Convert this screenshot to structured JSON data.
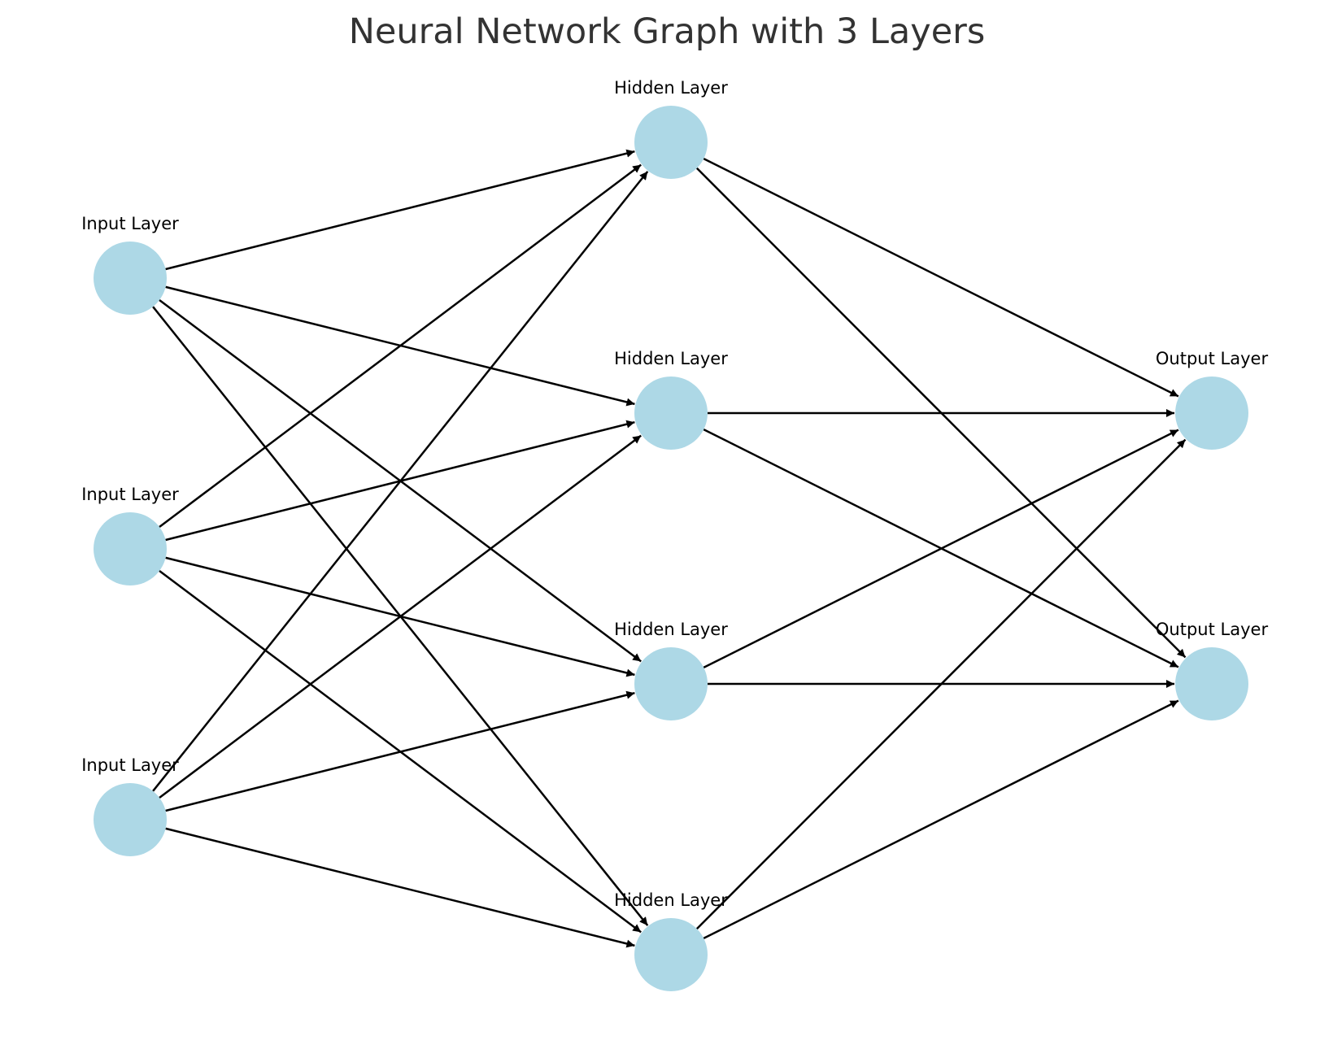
{
  "title": "Neural Network Graph with 3 Layers",
  "colors": {
    "node_fill": "#add8e6",
    "edge": "#000000",
    "title": "#333333",
    "background": "#ffffff"
  },
  "layers": [
    {
      "id": "input",
      "nodes": [
        {
          "id": "in-1",
          "label": "Input Layer"
        },
        {
          "id": "in-2",
          "label": "Input Layer"
        },
        {
          "id": "in-3",
          "label": "Input Layer"
        }
      ]
    },
    {
      "id": "hidden",
      "nodes": [
        {
          "id": "hid-1",
          "label": "Hidden Layer"
        },
        {
          "id": "hid-2",
          "label": "Hidden Layer"
        },
        {
          "id": "hid-3",
          "label": "Hidden Layer"
        },
        {
          "id": "hid-4",
          "label": "Hidden Layer"
        }
      ]
    },
    {
      "id": "output",
      "nodes": [
        {
          "id": "out-1",
          "label": "Output Layer"
        },
        {
          "id": "out-2",
          "label": "Output Layer"
        }
      ]
    }
  ],
  "edges": [
    [
      "in-1",
      "hid-1"
    ],
    [
      "in-1",
      "hid-2"
    ],
    [
      "in-1",
      "hid-3"
    ],
    [
      "in-1",
      "hid-4"
    ],
    [
      "in-2",
      "hid-1"
    ],
    [
      "in-2",
      "hid-2"
    ],
    [
      "in-2",
      "hid-3"
    ],
    [
      "in-2",
      "hid-4"
    ],
    [
      "in-3",
      "hid-1"
    ],
    [
      "in-3",
      "hid-2"
    ],
    [
      "in-3",
      "hid-3"
    ],
    [
      "in-3",
      "hid-4"
    ],
    [
      "hid-1",
      "out-1"
    ],
    [
      "hid-1",
      "out-2"
    ],
    [
      "hid-2",
      "out-1"
    ],
    [
      "hid-2",
      "out-2"
    ],
    [
      "hid-3",
      "out-1"
    ],
    [
      "hid-3",
      "out-2"
    ],
    [
      "hid-4",
      "out-1"
    ],
    [
      "hid-4",
      "out-2"
    ]
  ]
}
